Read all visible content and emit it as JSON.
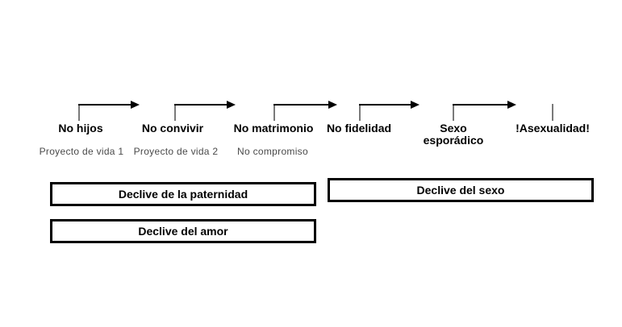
{
  "diagram": {
    "title_implied": "",
    "stages": [
      {
        "label": "No hijos",
        "sublabel": "Proyecto de vida 1"
      },
      {
        "label": "No convivir",
        "sublabel": "Proyecto de vida 2"
      },
      {
        "label": "No matrimonio",
        "sublabel": "No compromiso"
      },
      {
        "label": "No fidelidad",
        "sublabel": ""
      },
      {
        "label": "Sexo esporádico",
        "sublabel": ""
      },
      {
        "label": "!Asexualidad!",
        "sublabel": ""
      }
    ],
    "decline_boxes": [
      {
        "label": "Declive de la paternidad"
      },
      {
        "label": "Declive del sexo"
      },
      {
        "label": "Declive del amor"
      }
    ],
    "colors": {
      "background": "#ffffff",
      "arrow_line": "#000000",
      "connector_stem": "#7a7a7a",
      "box_border": "#000000",
      "label_text": "#000000",
      "sublabel_text": "#4a4a4a"
    }
  }
}
